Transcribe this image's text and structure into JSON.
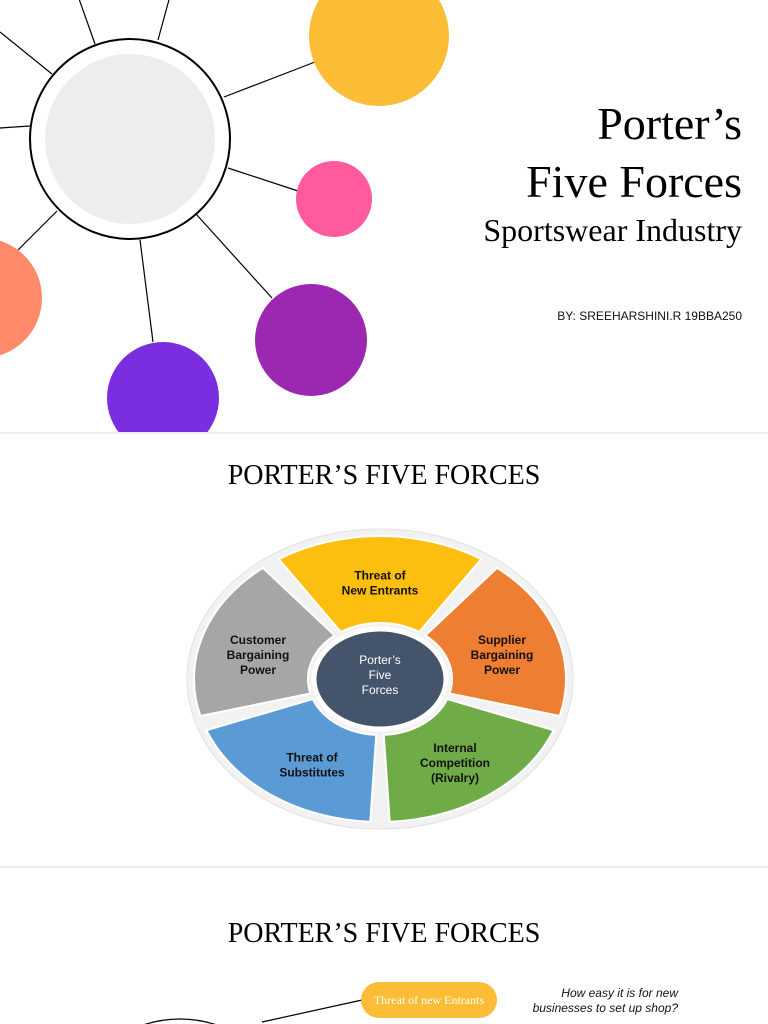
{
  "cover": {
    "title_line1": "Porter’s",
    "title_line2": "Five Forces",
    "subtitle": "Sportswear Industry",
    "byline": "BY: SREEHARSHINI.R 19BBA250",
    "colors": {
      "orange": "#fbbd35",
      "pink": "#ff5a9e",
      "purple": "#9c27b0",
      "violet": "#7a2ee0",
      "salmon": "#ff8a6a",
      "hub": "#ededed"
    }
  },
  "diagram_slide": {
    "title": "PORTER’S FIVE FORCES",
    "center": [
      "Porter’s",
      "Five",
      "Forces"
    ],
    "segments": [
      {
        "lines": [
          "Threat of",
          "New Entrants"
        ],
        "color": "#fdbf0f"
      },
      {
        "lines": [
          "Supplier",
          "Bargaining",
          "Power"
        ],
        "color": "#ee7e32"
      },
      {
        "lines": [
          "Internal",
          "Competition",
          "(Rivalry)"
        ],
        "color": "#6fab46"
      },
      {
        "lines": [
          "Threat of",
          "Substitutes"
        ],
        "color": "#5b9bd5"
      },
      {
        "lines": [
          "Customer",
          "Bargaining",
          "Power"
        ],
        "color": "#a6a6a6"
      }
    ],
    "center_color": "#44546a"
  },
  "detail_slide": {
    "title": "PORTER’S FIVE FORCES",
    "pill_label": "Threat of new Entrants",
    "question": "How easy it is for new businesses to set up shop?"
  }
}
